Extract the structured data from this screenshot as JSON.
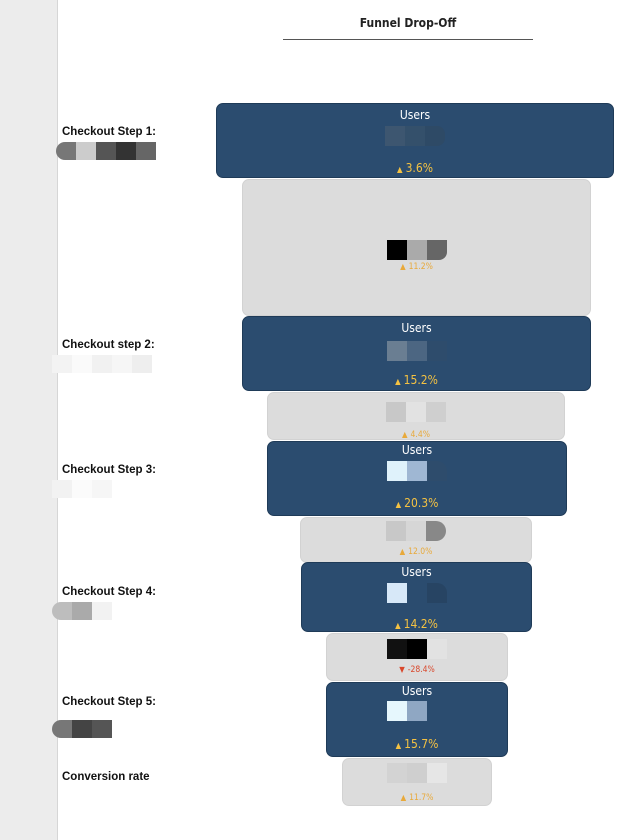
{
  "title": "Funnel Drop-Off",
  "steps": [
    {
      "label": "Checkout Step 1:",
      "bar_title": "Users",
      "pct": "3.6%"
    },
    {
      "label": "Checkout step 2:",
      "bar_title": "Users",
      "pct": "15.2%"
    },
    {
      "label": "Checkout Step 3:",
      "bar_title": "Users",
      "pct": "20.3%"
    },
    {
      "label": "Checkout Step 4:",
      "bar_title": "Users",
      "pct": "14.2%"
    },
    {
      "label": "Checkout Step 5:",
      "bar_title": "Users",
      "pct": "15.7%"
    },
    {
      "label": "Conversion rate"
    }
  ],
  "dropoffs": [
    {
      "pct": "11.2%",
      "direction": "up"
    },
    {
      "pct": "4.4%",
      "direction": "up"
    },
    {
      "pct": "12.0%",
      "direction": "up"
    },
    {
      "pct": "-28.4%",
      "direction": "down"
    },
    {
      "pct": "11.7%",
      "direction": "up"
    }
  ],
  "colors": {
    "accent_blue": "#2b4c6f",
    "grey_bar": "#dcdcdc",
    "positive": "#f5c242",
    "negative": "#d9472b"
  }
}
